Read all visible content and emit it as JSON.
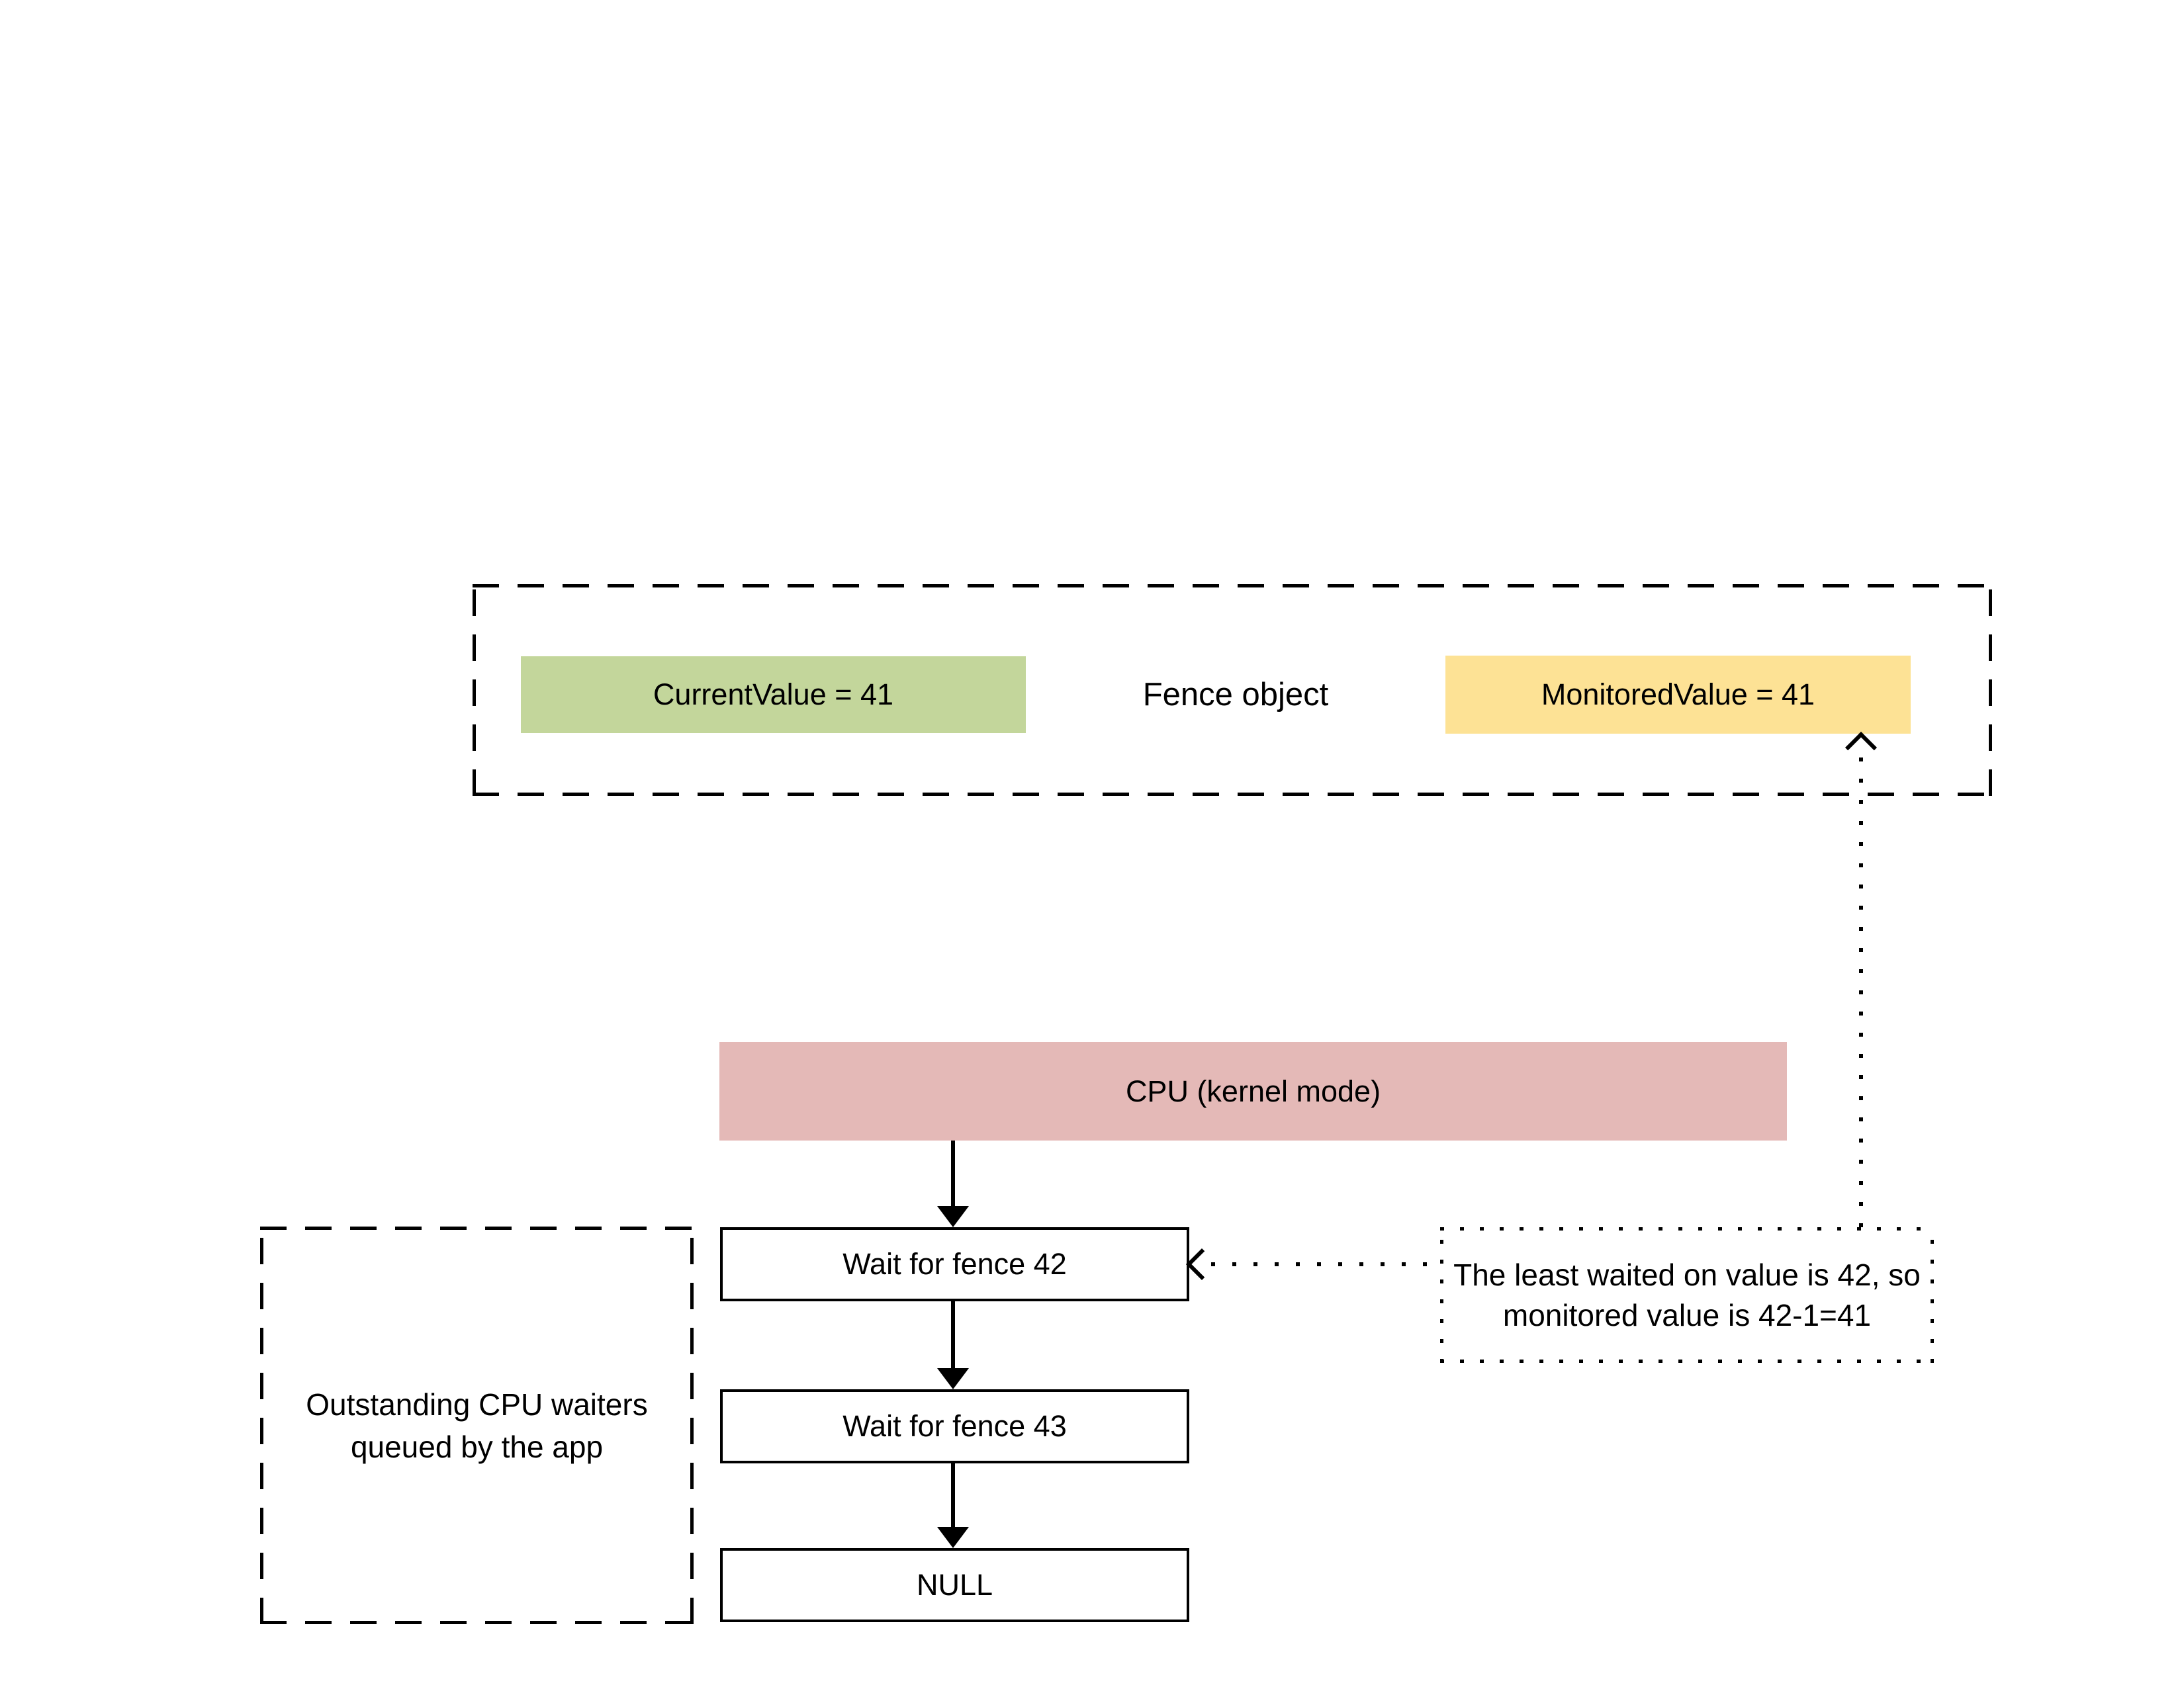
{
  "fence": {
    "label": "Fence object",
    "current_value": "CurrentValue = 41",
    "monitored_value": "MonitoredValue = 41"
  },
  "cpu": {
    "label": "CPU (kernel mode)"
  },
  "waiters_panel": {
    "label": "Outstanding CPU waiters queued by the app"
  },
  "wait_chain": [
    {
      "label": "Wait for fence 42"
    },
    {
      "label": "Wait for fence 43"
    },
    {
      "label": "NULL"
    }
  ],
  "note": {
    "line1": "The least waited on value is 42, so",
    "line2": "monitored value is 42-1=41"
  },
  "colors": {
    "current_value_fill": "#c3d69b",
    "monitored_value_fill": "#fde295",
    "cpu_fill": "#e4b9b7",
    "line": "#000000",
    "background": "#ffffff"
  }
}
